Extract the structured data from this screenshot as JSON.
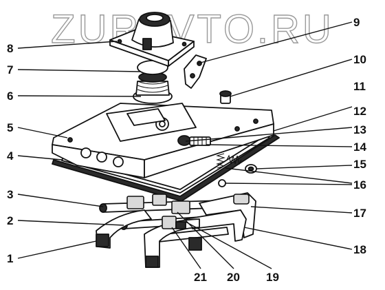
{
  "watermark": "ZURAVTO.RU",
  "callouts": [
    "1",
    "2",
    "3",
    "4",
    "5",
    "6",
    "7",
    "8",
    "9",
    "10",
    "11",
    "12",
    "13",
    "14",
    "15",
    "16",
    "17",
    "18",
    "19",
    "20",
    "21"
  ],
  "colors": {
    "ink": "#111111",
    "watermark_outline": "#9a9a9a",
    "paper": "#ffffff"
  }
}
